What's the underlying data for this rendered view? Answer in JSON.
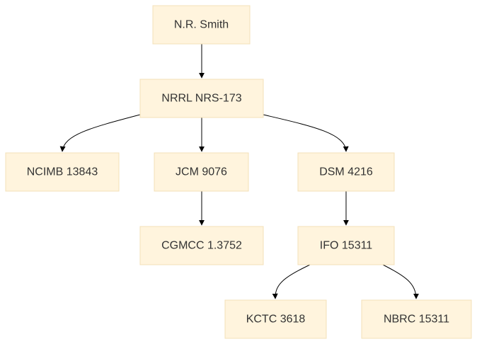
{
  "diagram": {
    "type": "flowchart-tree",
    "nodes": {
      "smith": "N.R. Smith",
      "nrrl": "NRRL NRS-173",
      "ncimb": "NCIMB 13843",
      "jcm": "JCM 9076",
      "dsm": "DSM 4216",
      "cgmcc": "CGMCC 1.3752",
      "ifo": "IFO 15311",
      "kctc": "KCTC 3618",
      "nbrc": "NBRC 15311"
    },
    "edges": [
      {
        "from": "smith",
        "to": "nrrl"
      },
      {
        "from": "nrrl",
        "to": "ncimb"
      },
      {
        "from": "nrrl",
        "to": "jcm"
      },
      {
        "from": "nrrl",
        "to": "dsm"
      },
      {
        "from": "jcm",
        "to": "cgmcc"
      },
      {
        "from": "dsm",
        "to": "ifo"
      },
      {
        "from": "ifo",
        "to": "kctc"
      },
      {
        "from": "ifo",
        "to": "nbrc"
      }
    ]
  },
  "colors": {
    "node_fill": "#fff4dd",
    "node_border": "#f3e0b8",
    "node_text": "#333333",
    "edge": "#000000"
  }
}
